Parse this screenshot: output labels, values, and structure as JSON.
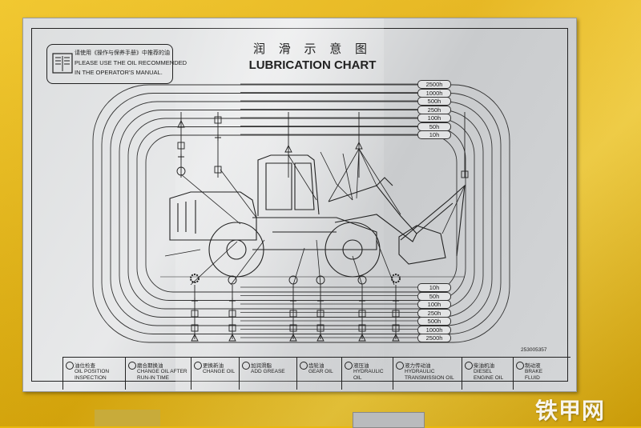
{
  "plate": {
    "title_cn": "润 滑 示 意 图",
    "title_en": "LUBRICATION CHART",
    "notice_cn": "请使用《操作与保养手册》中推荐的油",
    "notice_en_line1": "PLEASE USE THE OIL RECOMMENDED",
    "notice_en_line2": "IN THE OPERATOR'S MANUAL.",
    "part_number": "253005357"
  },
  "intervals_top": [
    "2500h",
    "1000h",
    "500h",
    "250h",
    "100h",
    "50h",
    "10h"
  ],
  "intervals_bottom": [
    "10h",
    "50h",
    "100h",
    "250h",
    "500h",
    "1000h",
    "2500h"
  ],
  "legend": [
    {
      "cn": "油位检查",
      "en": "OIL POSITION INSPECTION",
      "icon": "oil-level-icon"
    },
    {
      "cn": "磨合期换油",
      "en": "CHANGE OIL AFTER RUN-IN TIME",
      "icon": "run-in-icon"
    },
    {
      "cn": "更换新油",
      "en": "CHANGE OIL",
      "icon": "change-oil-icon"
    },
    {
      "cn": "加润滑脂",
      "en": "ADD GREASE",
      "icon": "grease-gun-icon"
    },
    {
      "cn": "齿轮油",
      "en": "GEAR OIL",
      "icon": "gear-icon"
    },
    {
      "cn": "液压油",
      "en": "HYDRAULIC OIL",
      "icon": "hydraulic-icon"
    },
    {
      "cn": "液力传动油",
      "en": "HYDRAULIC TRANSMISSION OIL",
      "icon": "transmission-drop-icon"
    },
    {
      "cn": "柴油机油",
      "en": "DIESEL ENGINE OIL",
      "icon": "engine-oil-icon"
    },
    {
      "cn": "制动液",
      "en": "BRAKE FLUID",
      "icon": "brake-fluid-icon"
    }
  ],
  "watermark": "铁甲网"
}
